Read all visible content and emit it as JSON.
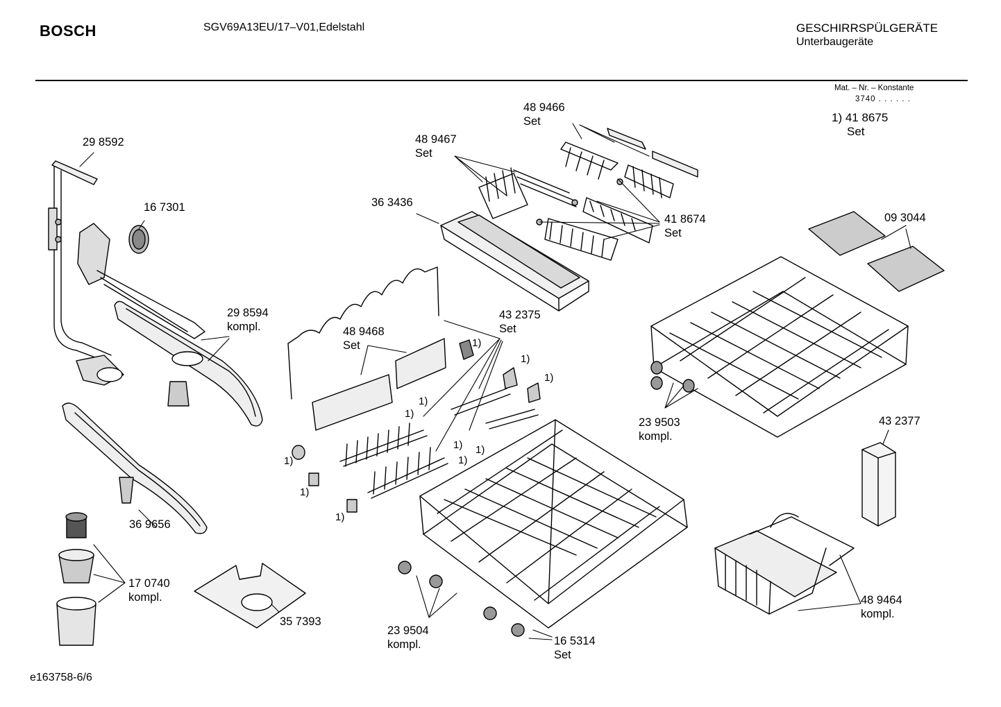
{
  "header": {
    "brand": "BOSCH",
    "model": "SGV69A13EU/17–V01,Edelstahl",
    "category": "GESCHIRRSPÜLGERÄTE",
    "subcategory": "Unterbaugeräte",
    "mat_nr_label": "Mat. – Nr. – Konstante",
    "mat_nr_value": "3740 . .  . . . ."
  },
  "note": {
    "ref": "1) 41 8675",
    "suffix": "Set"
  },
  "footnote": "1)",
  "footer": {
    "drawing_id": "e163758-6/6"
  },
  "parts": [
    {
      "number": "29 8592",
      "suffix": ""
    },
    {
      "number": "16 7301",
      "suffix": ""
    },
    {
      "number": "29 8594",
      "suffix": "kompl."
    },
    {
      "number": "36 9656",
      "suffix": ""
    },
    {
      "number": "17 0740",
      "suffix": "kompl."
    },
    {
      "number": "35 7393",
      "suffix": ""
    },
    {
      "number": "48 9466",
      "suffix": "Set"
    },
    {
      "number": "48 9467",
      "suffix": "Set"
    },
    {
      "number": "36 3436",
      "suffix": ""
    },
    {
      "number": "41 8674",
      "suffix": "Set"
    },
    {
      "number": "48 9468",
      "suffix": "Set"
    },
    {
      "number": "43 2375",
      "suffix": "Set"
    },
    {
      "number": "23 9504",
      "suffix": "kompl."
    },
    {
      "number": "16 5314",
      "suffix": "Set"
    },
    {
      "number": "09 3044",
      "suffix": ""
    },
    {
      "number": "23 9503",
      "suffix": "kompl."
    },
    {
      "number": "43 2377",
      "suffix": ""
    },
    {
      "number": "48 9464",
      "suffix": "kompl."
    }
  ]
}
